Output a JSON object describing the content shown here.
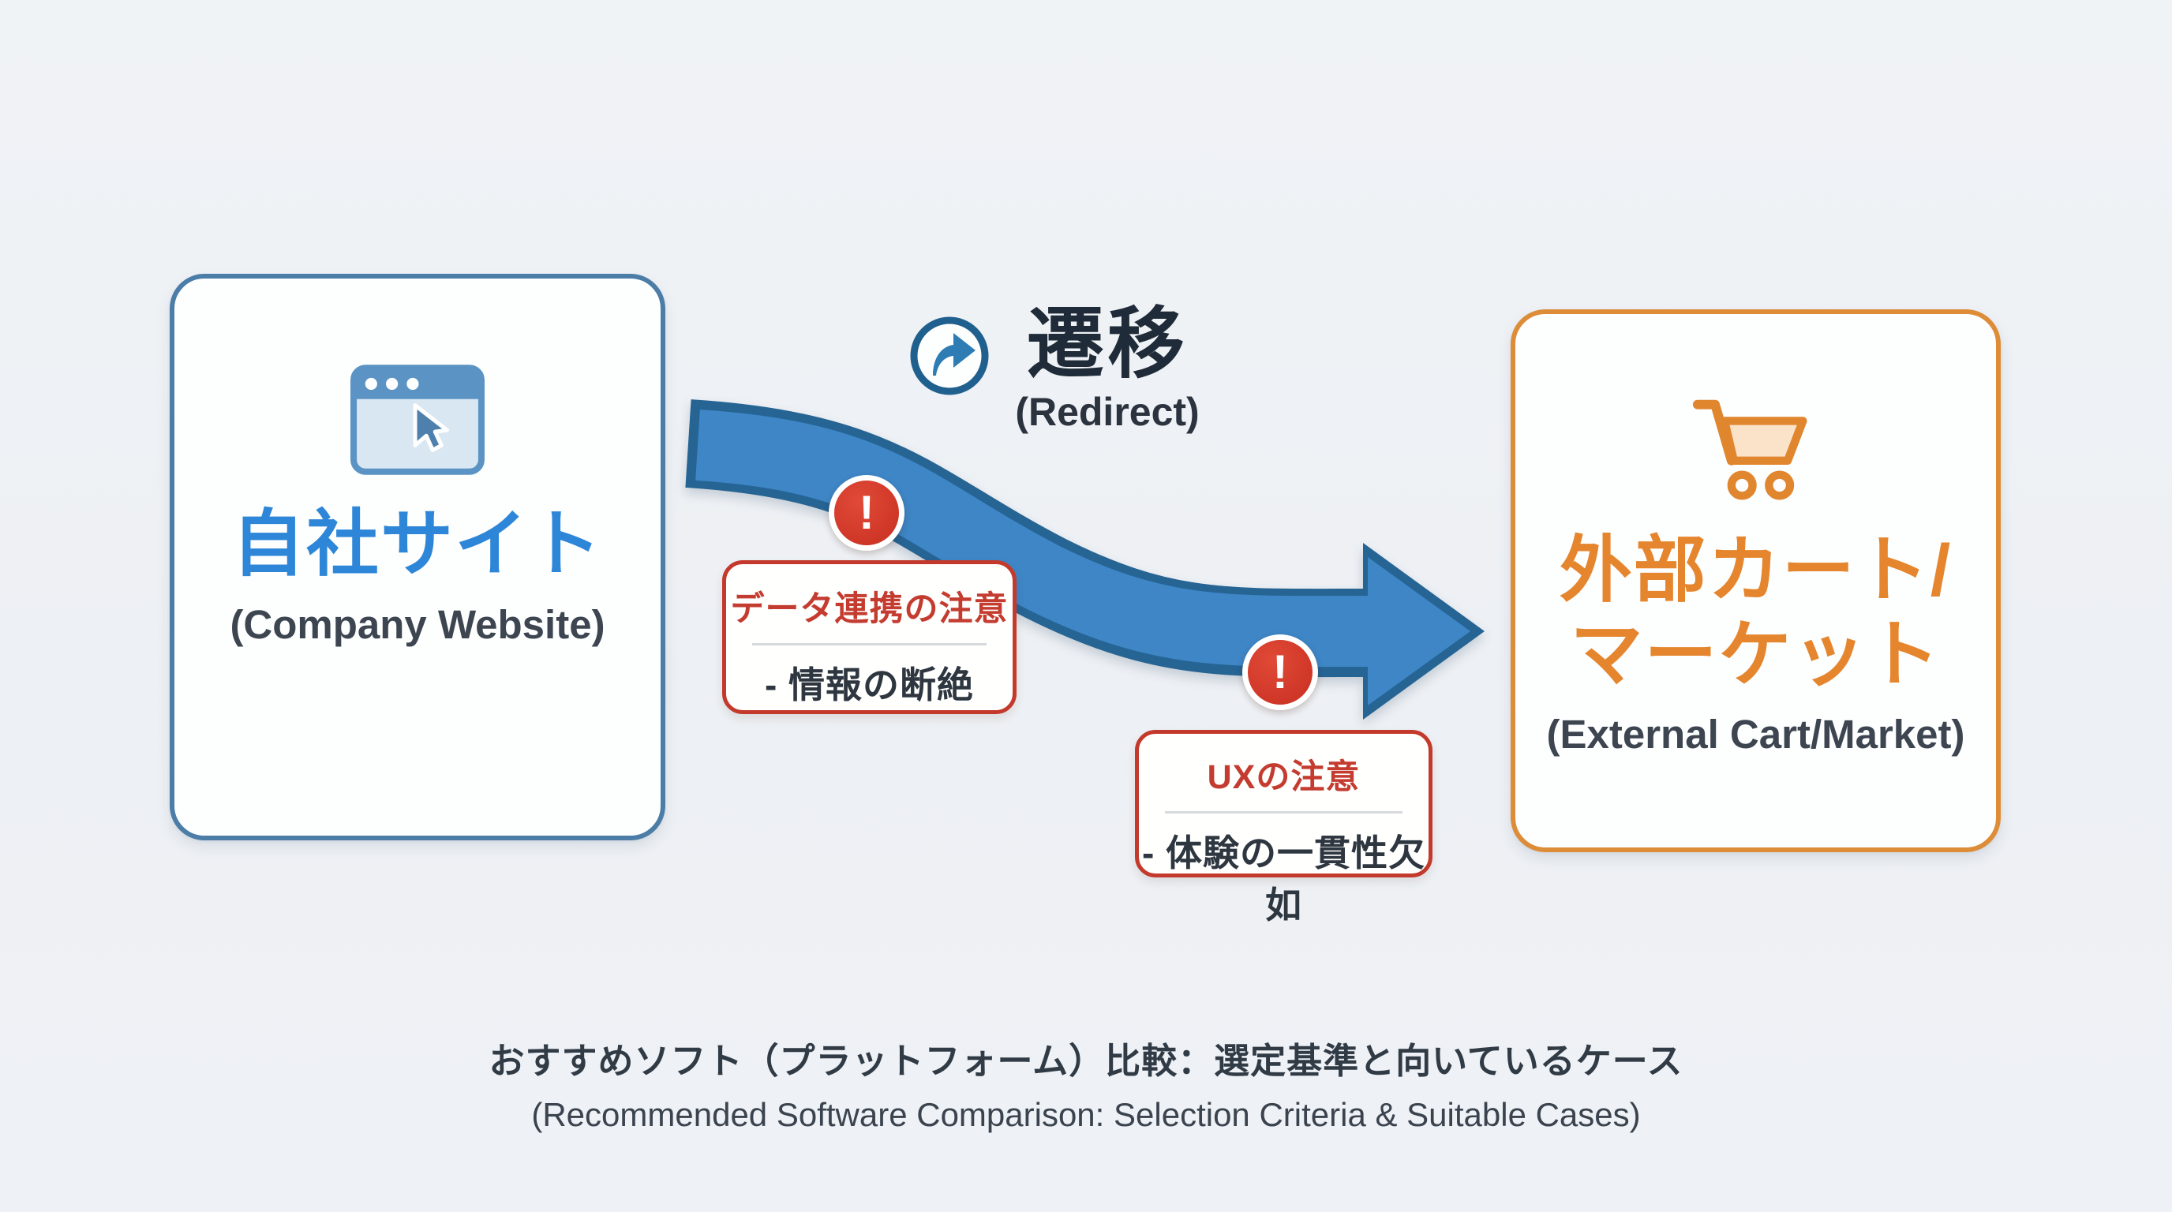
{
  "left_box": {
    "title": "自社サイト",
    "subtitle": "(Company Website)"
  },
  "right_box": {
    "title_lines": [
      "外部カート/",
      "マーケット"
    ],
    "subtitle": "(External Cart/Market)"
  },
  "transition": {
    "title": "遷移",
    "subtitle": "(Redirect)"
  },
  "warnings": [
    {
      "badge": "!",
      "title": "データ連携の注意",
      "item": "- 情報の断絶"
    },
    {
      "badge": "!",
      "title": "UXの注意",
      "item": "- 体験の一貫性欠如"
    }
  ],
  "caption": {
    "jp": "おすすめソフト（プラットフォーム）比較：選定基準と向いているケース",
    "en": "(Recommended Software Comparison: Selection Criteria & Suitable Cases)"
  },
  "icons": {
    "left_box_icon": "browser-window-icon",
    "right_box_icon": "shopping-cart-icon",
    "transition_icon": "redirect-arrow-circle-icon",
    "warning_icon": "exclamation-warning-icon"
  },
  "colors": {
    "background": "#eef1f5",
    "blue_text": "#2e86d8",
    "blue_box_border": "#4b7da7",
    "arrow_fill": "#3e86c6",
    "arrow_outline": "#266494",
    "orange_text": "#e5862e",
    "orange_box_border": "#dd8c38",
    "warning_red": "#c43c30",
    "badge_red": "#d33a2b",
    "dark_text": "#2b333f"
  }
}
